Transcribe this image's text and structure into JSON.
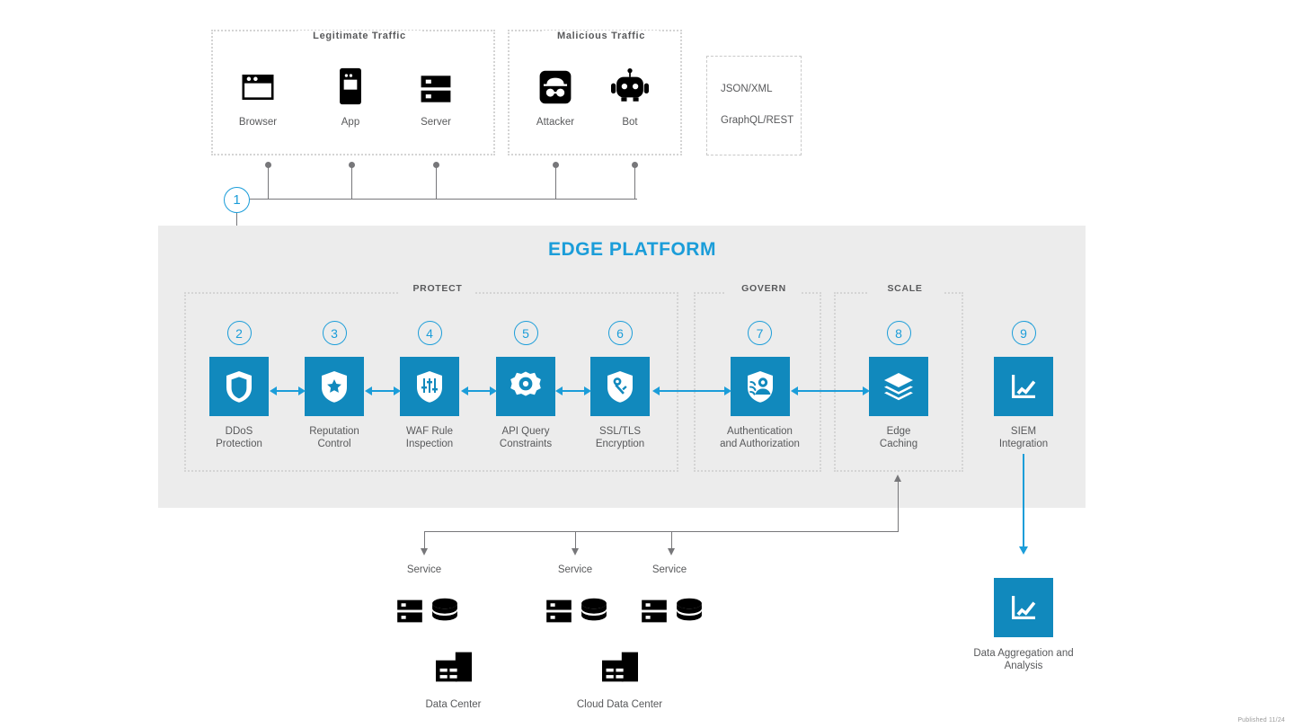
{
  "diagram": {
    "title": "EDGE PLATFORM",
    "footer": "Published  11/24",
    "accent_color": "#1189bd",
    "accent_line_color": "#1b9dd9",
    "band_color": "#ececec",
    "line_color": "#77777a",
    "text_color": "#58595b"
  },
  "top": {
    "groups": [
      {
        "title": "Legitimate Traffic"
      },
      {
        "title": "Malicious Traffic"
      }
    ],
    "sources": [
      {
        "label": "Browser",
        "icon": "browser-icon"
      },
      {
        "label": "App",
        "icon": "mobile-app-icon"
      },
      {
        "label": "Server",
        "icon": "server-icon"
      },
      {
        "label": "Attacker",
        "icon": "attacker-icon"
      },
      {
        "label": "Bot",
        "icon": "bot-icon"
      }
    ],
    "protocols": [
      "JSON/XML",
      "GraphQL/REST"
    ],
    "entry_step": "1"
  },
  "zones": [
    {
      "name": "PROTECT"
    },
    {
      "name": "GOVERN"
    },
    {
      "name": "SCALE"
    }
  ],
  "capabilities": [
    {
      "step": "2",
      "line1": "DDoS",
      "line2": "Protection",
      "icon": "shield-icon",
      "zone": "PROTECT"
    },
    {
      "step": "3",
      "line1": "Reputation",
      "line2": "Control",
      "icon": "shield-star-icon",
      "zone": "PROTECT"
    },
    {
      "step": "4",
      "line1": "WAF Rule",
      "line2": "Inspection",
      "icon": "shield-sliders-icon",
      "zone": "PROTECT"
    },
    {
      "step": "5",
      "line1": "API Query",
      "line2": "Constraints",
      "icon": "gear-icon",
      "zone": "PROTECT"
    },
    {
      "step": "6",
      "line1": "SSL/TLS",
      "line2": "Encryption",
      "icon": "shield-key-icon",
      "zone": "PROTECT"
    },
    {
      "step": "7",
      "line1": "Authentication",
      "line2": "and Authorization",
      "icon": "shield-user-icon",
      "zone": "GOVERN"
    },
    {
      "step": "8",
      "line1": "Edge",
      "line2": "Caching",
      "icon": "layers-icon",
      "zone": "SCALE"
    },
    {
      "step": "9",
      "line1": "SIEM",
      "line2": "Integration",
      "icon": "chart-icon",
      "zone": ""
    }
  ],
  "bottom": {
    "services": [
      {
        "label": "Service"
      },
      {
        "label": "Service"
      },
      {
        "label": "Service"
      }
    ],
    "datacenters": [
      {
        "label": "Data Center",
        "icon": "building-icon"
      },
      {
        "label": "Cloud Data Center",
        "icon": "building-icon"
      }
    ],
    "analytics": {
      "line1": "Data Aggregation and",
      "line2": "Analysis",
      "icon": "chart-icon"
    }
  }
}
